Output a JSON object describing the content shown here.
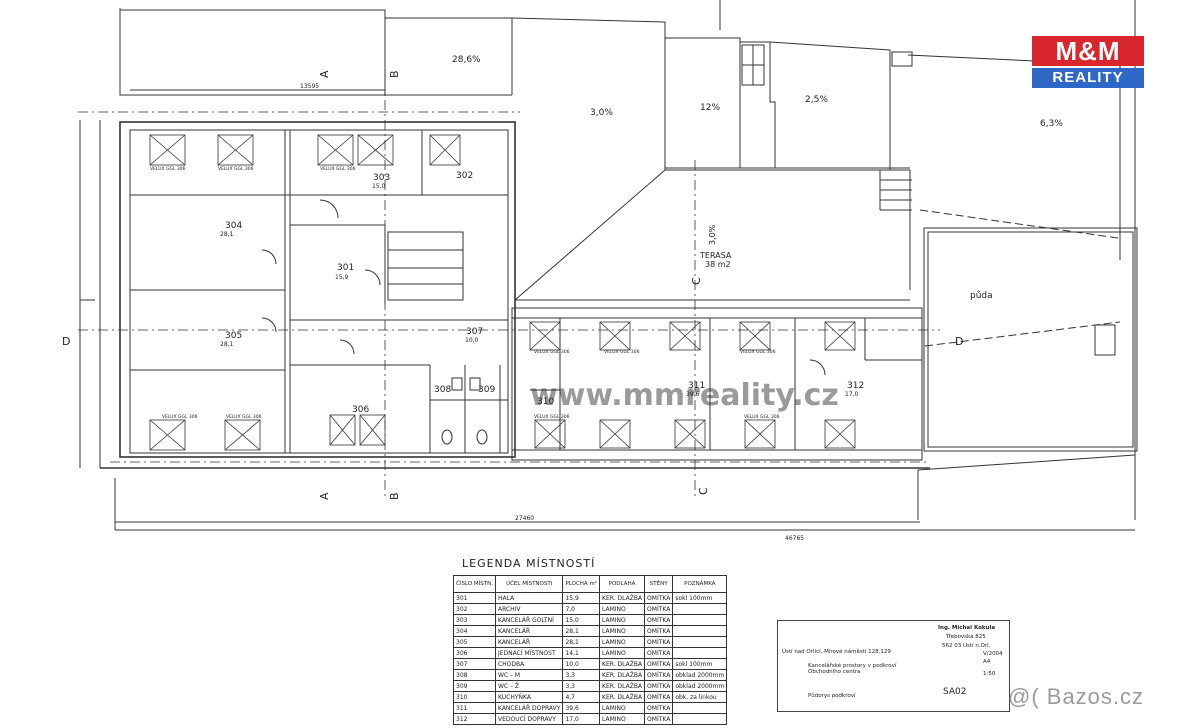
{
  "brand": {
    "logo_top": "M&M",
    "logo_bottom": "REALITY",
    "logo_colors": {
      "red": "#d8262c",
      "blue": "#2f67c7"
    }
  },
  "plan": {
    "slopes": [
      "28,6%",
      "3,0%",
      "12%",
      "2,5%",
      "6,3%",
      "3,0%"
    ],
    "terrace": {
      "name": "TERASA",
      "area": "38 m2"
    },
    "attic": "půda",
    "dimensions": {
      "overall": "46765",
      "inner": "27460",
      "left": "13595"
    },
    "rooms": [
      {
        "no": "301",
        "area": "15,9"
      },
      {
        "no": "302",
        "area": "7,0"
      },
      {
        "no": "303",
        "area": "15,0"
      },
      {
        "no": "304",
        "area": "28,1"
      },
      {
        "no": "305",
        "area": "28,1"
      },
      {
        "no": "306",
        "area": "14,1"
      },
      {
        "no": "307",
        "area": "10,0"
      },
      {
        "no": "308",
        "area": "3,3"
      },
      {
        "no": "309",
        "area": "3,3"
      },
      {
        "no": "310",
        "area": "4,7"
      },
      {
        "no": "311",
        "area": "39,6"
      },
      {
        "no": "312",
        "area": "17,0"
      }
    ],
    "skylight": "VELUX GGL 306",
    "section_marks": [
      "A",
      "B",
      "C",
      "D"
    ],
    "watermark_center": "www.mmreality.cz"
  },
  "legend": {
    "title": "LEGENDA  MÍSTNOSTÍ",
    "headers": [
      "ČÍSLO MÍSTN.",
      "ÚČEL  MÍSTNOSTI",
      "PLOCHA m²",
      "PODLAHA",
      "STĚNY",
      "POZNÁMKA"
    ],
    "rows": [
      [
        "301",
        "HALA",
        "15,9",
        "KER. DLAŽBA",
        "OMÍTKA",
        "sokl 100mm"
      ],
      [
        "302",
        "ARCHIV",
        "7,0",
        "LAMINO",
        "OMÍTKA",
        ""
      ],
      [
        "303",
        "KANCELÁŘ GOLTNÍ",
        "15,0",
        "LAMINO",
        "OMÍTKA",
        ""
      ],
      [
        "304",
        "KANCELÁŘ",
        "28,1",
        "LAMINO",
        "OMÍTKA",
        ""
      ],
      [
        "305",
        "KANCELÁŘ",
        "28,1",
        "LAMINO",
        "OMÍTKA",
        ""
      ],
      [
        "306",
        "JEDNACÍ MÍSTNOST",
        "14,1",
        "LAMINO",
        "OMÍTKA",
        ""
      ],
      [
        "307",
        "CHODBA",
        "10,0",
        "KER. DLAŽBA",
        "OMÍTKA",
        "sokl 100mm"
      ],
      [
        "308",
        "WC – M",
        "3,3",
        "KER. DLAŽBA",
        "OMÍTKA",
        "obklad 2000mm"
      ],
      [
        "309",
        "WC – Ž",
        "3,3",
        "KER. DLAŽBA",
        "OMÍTKA",
        "obklad 2000mm"
      ],
      [
        "310",
        "KUCHYŇKA",
        "4,7",
        "KER. DLAŽBA",
        "OMÍTKA",
        "obk. za linkou"
      ],
      [
        "311",
        "KANCELÁŘ DOPRAVY",
        "39,6",
        "LAMINO",
        "OMÍTKA",
        ""
      ],
      [
        "312",
        "VEDOUCÍ DOPRAVY",
        "17,0",
        "LAMINO",
        "OMÍTKA",
        ""
      ]
    ]
  },
  "title_block": {
    "author": "Ing. Michal Kokula",
    "street": "Třebovská 825",
    "city": "562 03 Ústí n.Orl.",
    "project": "Kancelářské prostory v podkroví Obchodního centra",
    "drawing": "Půdorys podkroví",
    "number": "SA02",
    "scale": "1:50",
    "format": "A4",
    "date": "V/2004",
    "place": "Ústí nad Orlicí, Mírové náměstí 128,129"
  },
  "watermark": "@( Bazos.cz"
}
